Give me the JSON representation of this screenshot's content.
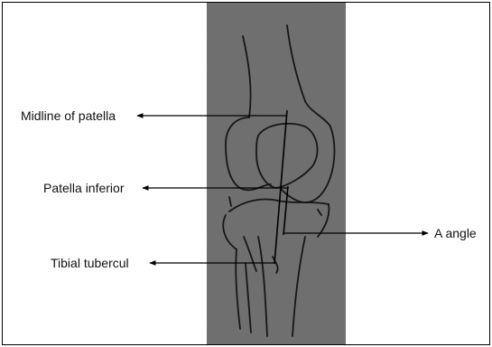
{
  "labels": {
    "midline_of_patella": "Midline of patella",
    "patella_inferior": "Patella inferior",
    "tibial_tubercle": "Tibial tubercul",
    "a_angle": "A angle"
  },
  "colors": {
    "panel_background": "#6e6e6e",
    "sketch_line": "#161616",
    "leader_line": "#000000",
    "frame": "#000000"
  },
  "icons": [
    "arrowhead-icon"
  ]
}
